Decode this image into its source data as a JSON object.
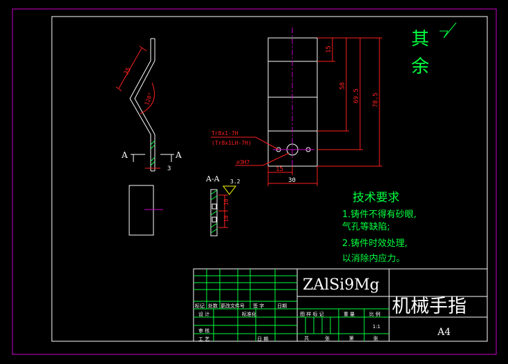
{
  "colors": {
    "background": "#000000",
    "sheet_border": "#cc00cc",
    "frame": "#ffffff",
    "outline": "#ffffff",
    "dimension": "#ff2020",
    "annotation": "#00ff40",
    "title_grid": "#00ff40",
    "center_line": "#cc00cc",
    "hatch": "#00ff40",
    "roughness": "#ffff00",
    "cross_mark": "#ff00ff"
  },
  "surface_finish": {
    "label": "其 余"
  },
  "side_view": {
    "dim_length": "35",
    "dim_angle": "120°",
    "dim_width": "3",
    "section_mark_left": "A",
    "section_mark_right": "A"
  },
  "section_view": {
    "label": "A-A",
    "roughness_value": "3.2",
    "dim_upper": "10",
    "dim_lower": "10"
  },
  "front_view": {
    "dim_15_top": "15",
    "dim_58": "58",
    "dim_69_5": "69.5",
    "dim_78_5": "78.5",
    "dim_15_bottom": "15",
    "dim_30": "30",
    "thread_label_1": "Tr8x1-7H",
    "thread_label_2": "(Tr8x1LH-7H)",
    "hole_label": "⌀3H7"
  },
  "technical_requirements": {
    "title": "技术要求",
    "line1": "1.铸件不得有砂眼,",
    "line2": "气孔等缺陷;",
    "line3": "2.铸件时效处理,",
    "line4": "以消除内应力。"
  },
  "title_block": {
    "material": "ZAlSi9Mg",
    "part_name": "机械手指",
    "sheet_size": "A4",
    "scale": "1:1",
    "rev_headers": [
      "标记",
      "处数",
      "更改文件号",
      "签 字",
      "日期"
    ],
    "design_label": "设 计",
    "standardize_label": "标准化",
    "review_label": "审 核",
    "process_label": "工 艺",
    "approve_label": "日 期",
    "stage_label": "图 样 标 记",
    "weight_label": "重 量",
    "scale_label": "比 例",
    "sheet_total_label": "共",
    "sheet_num_label": "张",
    "sheet_label_2": "第",
    "sheet_num_label_2": "张"
  }
}
